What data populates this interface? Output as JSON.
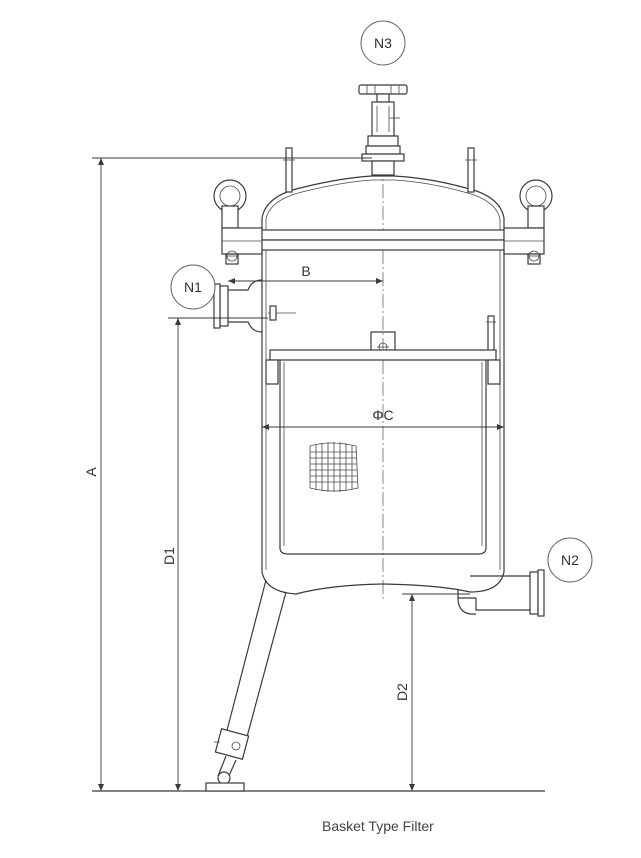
{
  "labels": {
    "n1": "N1",
    "n2": "N2",
    "n3": "N3",
    "a": "A",
    "b": "B",
    "c": "ΦC",
    "d1": "D1",
    "d2": "D2"
  },
  "caption": "Basket Type Filter"
}
